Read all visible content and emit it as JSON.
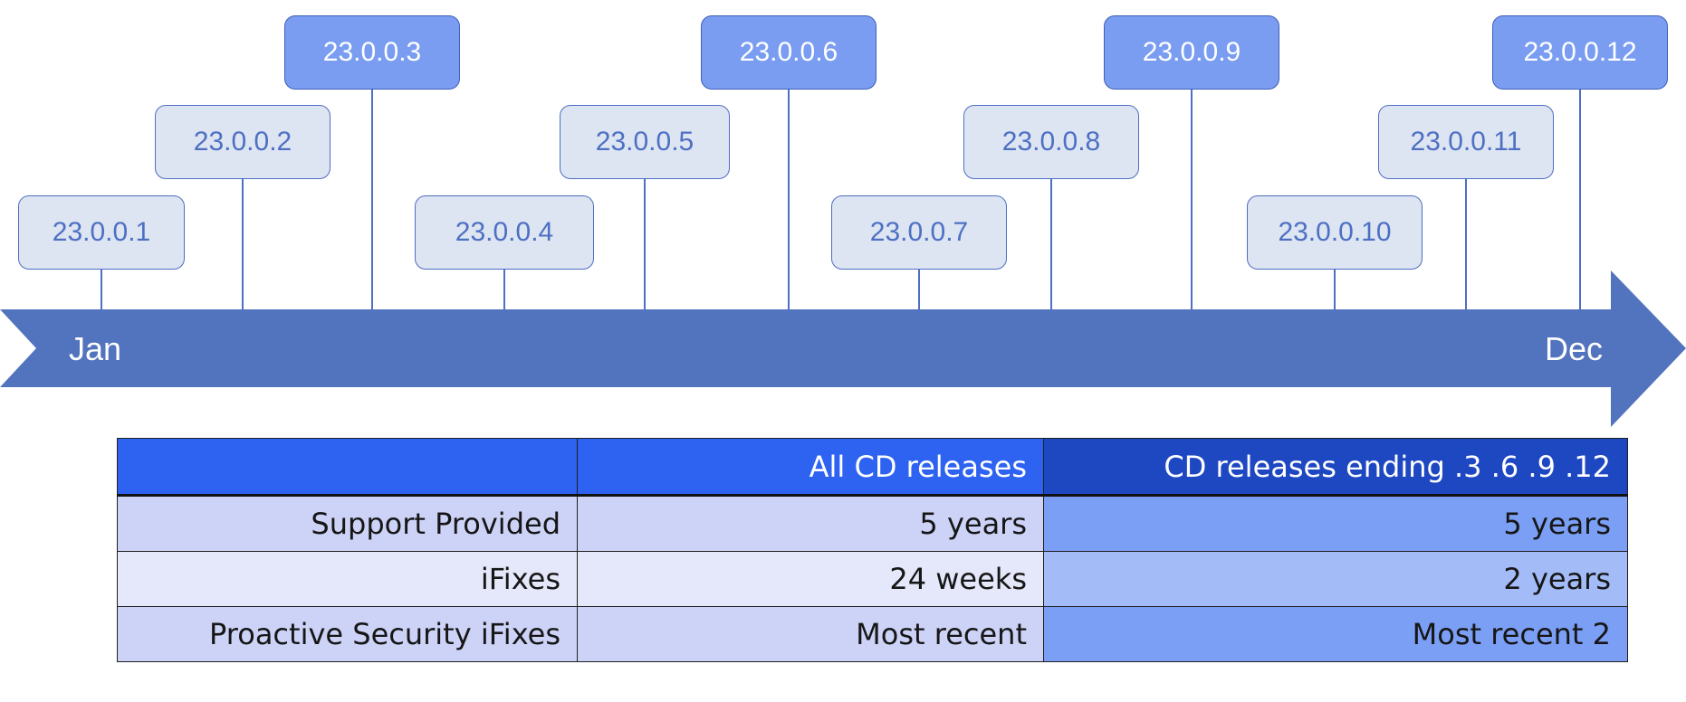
{
  "timeline": {
    "start_label": "Jan",
    "end_label": "Dec",
    "arrow_color": "#5273bd",
    "releases": [
      {
        "label": "23.0.0.1",
        "tier": 1,
        "type": "minor"
      },
      {
        "label": "23.0.0.2",
        "tier": 2,
        "type": "minor"
      },
      {
        "label": "23.0.0.3",
        "tier": 3,
        "type": "major"
      },
      {
        "label": "23.0.0.4",
        "tier": 1,
        "type": "minor"
      },
      {
        "label": "23.0.0.5",
        "tier": 2,
        "type": "minor"
      },
      {
        "label": "23.0.0.6",
        "tier": 3,
        "type": "major"
      },
      {
        "label": "23.0.0.7",
        "tier": 1,
        "type": "minor"
      },
      {
        "label": "23.0.0.8",
        "tier": 2,
        "type": "minor"
      },
      {
        "label": "23.0.0.9",
        "tier": 3,
        "type": "major"
      },
      {
        "label": "23.0.0.10",
        "tier": 1,
        "type": "minor"
      },
      {
        "label": "23.0.0.11",
        "tier": 2,
        "type": "minor"
      },
      {
        "label": "23.0.0.12",
        "tier": 3,
        "type": "major"
      }
    ]
  },
  "table": {
    "header": [
      "",
      "All CD releases",
      "CD releases ending .3 .6 .9 .12"
    ],
    "rows": [
      [
        "Support Provided",
        "5 years",
        "5 years"
      ],
      [
        "iFixes",
        "24 weeks",
        "2 years"
      ],
      [
        "Proactive Security iFixes",
        "Most recent",
        "Most recent 2"
      ]
    ],
    "colors": {
      "header_col1": "#2e62f0",
      "header_col2": "#2e62f0",
      "header_col3": "#1e47c2",
      "row_odd_left": "#cdd3f7",
      "row_even_left": "#e5e8fa",
      "row_odd_right": "#7b9ff5",
      "row_even_right": "#a3bbf7"
    }
  }
}
